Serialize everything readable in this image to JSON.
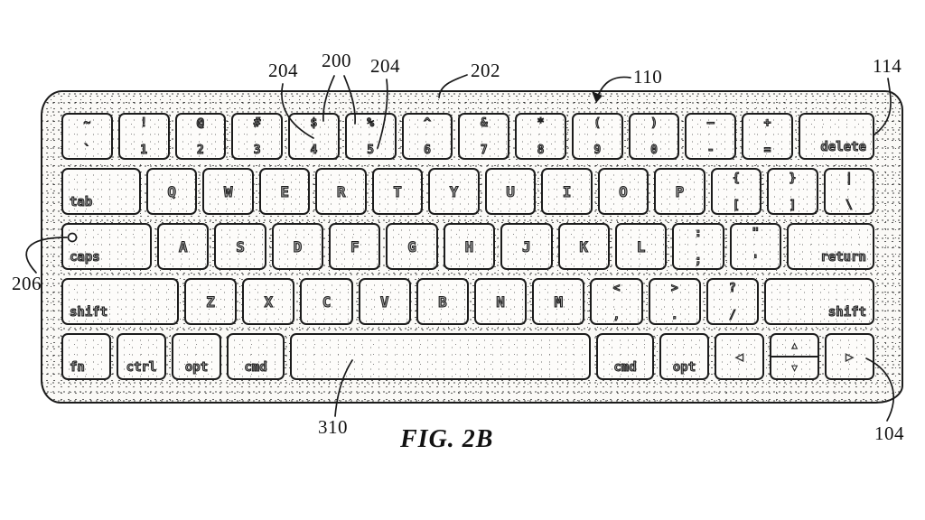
{
  "figure": {
    "caption": "FIG. 2B"
  },
  "refs": {
    "r204l": "204",
    "r200": "200",
    "r204r": "204",
    "r202": "202",
    "r110": "110",
    "r114": "114",
    "r206": "206",
    "r310": "310",
    "r104": "104"
  },
  "keyboard": {
    "rows": [
      {
        "keys": [
          {
            "name": "key-grave",
            "top": "~",
            "bottom": "`"
          },
          {
            "name": "key-1",
            "top": "!",
            "bottom": "1"
          },
          {
            "name": "key-2",
            "top": "@",
            "bottom": "2"
          },
          {
            "name": "key-3",
            "top": "#",
            "bottom": "3"
          },
          {
            "name": "key-4",
            "top": "$",
            "bottom": "4"
          },
          {
            "name": "key-5",
            "top": "%",
            "bottom": "5"
          },
          {
            "name": "key-6",
            "top": "^",
            "bottom": "6"
          },
          {
            "name": "key-7",
            "top": "&",
            "bottom": "7"
          },
          {
            "name": "key-8",
            "top": "*",
            "bottom": "8"
          },
          {
            "name": "key-9",
            "top": "(",
            "bottom": "9"
          },
          {
            "name": "key-0",
            "top": ")",
            "bottom": "0"
          },
          {
            "name": "key-minus",
            "top": "–",
            "bottom": "-"
          },
          {
            "name": "key-equals",
            "top": "+",
            "bottom": "="
          },
          {
            "name": "key-delete",
            "label": "delete",
            "w": "delete",
            "align": "right"
          }
        ]
      },
      {
        "keys": [
          {
            "name": "key-tab",
            "label": "tab",
            "w": "tab",
            "align": "left"
          },
          {
            "name": "key-q",
            "letter": "Q"
          },
          {
            "name": "key-w",
            "letter": "W"
          },
          {
            "name": "key-e",
            "letter": "E"
          },
          {
            "name": "key-r",
            "letter": "R"
          },
          {
            "name": "key-t",
            "letter": "T"
          },
          {
            "name": "key-y",
            "letter": "Y"
          },
          {
            "name": "key-u",
            "letter": "U"
          },
          {
            "name": "key-i",
            "letter": "I"
          },
          {
            "name": "key-o",
            "letter": "O"
          },
          {
            "name": "key-p",
            "letter": "P"
          },
          {
            "name": "key-bracket-left",
            "top": "{",
            "bottom": "["
          },
          {
            "name": "key-bracket-right",
            "top": "}",
            "bottom": "]"
          },
          {
            "name": "key-backslash",
            "top": "|",
            "bottom": "\\"
          }
        ]
      },
      {
        "keys": [
          {
            "name": "key-caps",
            "label": "caps",
            "w": "caps",
            "align": "left"
          },
          {
            "name": "key-a",
            "letter": "A"
          },
          {
            "name": "key-s",
            "letter": "S"
          },
          {
            "name": "key-d",
            "letter": "D"
          },
          {
            "name": "key-f",
            "letter": "F"
          },
          {
            "name": "key-g",
            "letter": "G"
          },
          {
            "name": "key-h",
            "letter": "H"
          },
          {
            "name": "key-j",
            "letter": "J"
          },
          {
            "name": "key-k",
            "letter": "K"
          },
          {
            "name": "key-l",
            "letter": "L"
          },
          {
            "name": "key-semicolon",
            "top": ":",
            "bottom": ";"
          },
          {
            "name": "key-quote",
            "top": "\"",
            "bottom": "'"
          },
          {
            "name": "key-return",
            "label": "return",
            "w": "return",
            "align": "right"
          }
        ]
      },
      {
        "keys": [
          {
            "name": "key-shift-left",
            "label": "shift",
            "w": "shiftl",
            "align": "left"
          },
          {
            "name": "key-z",
            "letter": "Z"
          },
          {
            "name": "key-x",
            "letter": "X"
          },
          {
            "name": "key-c",
            "letter": "C"
          },
          {
            "name": "key-v",
            "letter": "V"
          },
          {
            "name": "key-b",
            "letter": "B"
          },
          {
            "name": "key-n",
            "letter": "N"
          },
          {
            "name": "key-m",
            "letter": "M"
          },
          {
            "name": "key-comma",
            "top": "<",
            "bottom": ","
          },
          {
            "name": "key-period",
            "top": ">",
            "bottom": "."
          },
          {
            "name": "key-slash",
            "top": "?",
            "bottom": "/"
          },
          {
            "name": "key-shift-right",
            "label": "shift",
            "w": "shiftr",
            "align": "right"
          }
        ]
      },
      {
        "keys": [
          {
            "name": "key-fn",
            "label": "fn",
            "w": "mod",
            "align": "left"
          },
          {
            "name": "key-ctrl",
            "label": "ctrl",
            "w": "mod",
            "align": "center"
          },
          {
            "name": "key-opt-left",
            "label": "opt",
            "w": "mod",
            "align": "center"
          },
          {
            "name": "key-cmd-left",
            "label": "cmd",
            "w": "cmd",
            "align": "center"
          },
          {
            "name": "key-space",
            "label": "",
            "w": "space",
            "align": "center"
          },
          {
            "name": "key-cmd-right",
            "label": "cmd",
            "w": "cmd",
            "align": "center"
          },
          {
            "name": "key-opt-right",
            "label": "opt",
            "w": "mod",
            "align": "center"
          },
          {
            "name": "key-arrow-left",
            "arrow": "◁",
            "w": "mod"
          },
          {
            "name": "key-arrow-up-down",
            "split": [
              "△",
              "▽"
            ],
            "w": "mod"
          },
          {
            "name": "key-arrow-right",
            "arrow": "▷",
            "w": "mod"
          }
        ]
      }
    ]
  }
}
